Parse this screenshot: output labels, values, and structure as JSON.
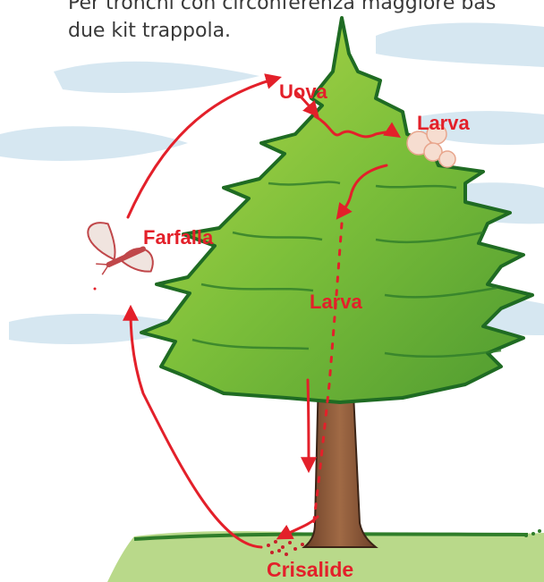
{
  "intro_text": {
    "line1": "Per tronchi con circonferenza maggiore bas",
    "line2": "due kit trappola."
  },
  "lifecycle": {
    "stages": {
      "eggs": "Uova",
      "larva_top": "Larva",
      "butterfly": "Farfalla",
      "larva_trunk": "Larva",
      "pupa": "Crisalide"
    }
  },
  "colors": {
    "arrow_red": "#e3202a",
    "foliage": "#7cbf3a",
    "foliage_dark": "#2f7d2a",
    "trunk": "#8a5a3a",
    "sky": "#cfe3ef",
    "ground": "#b9d98a"
  }
}
